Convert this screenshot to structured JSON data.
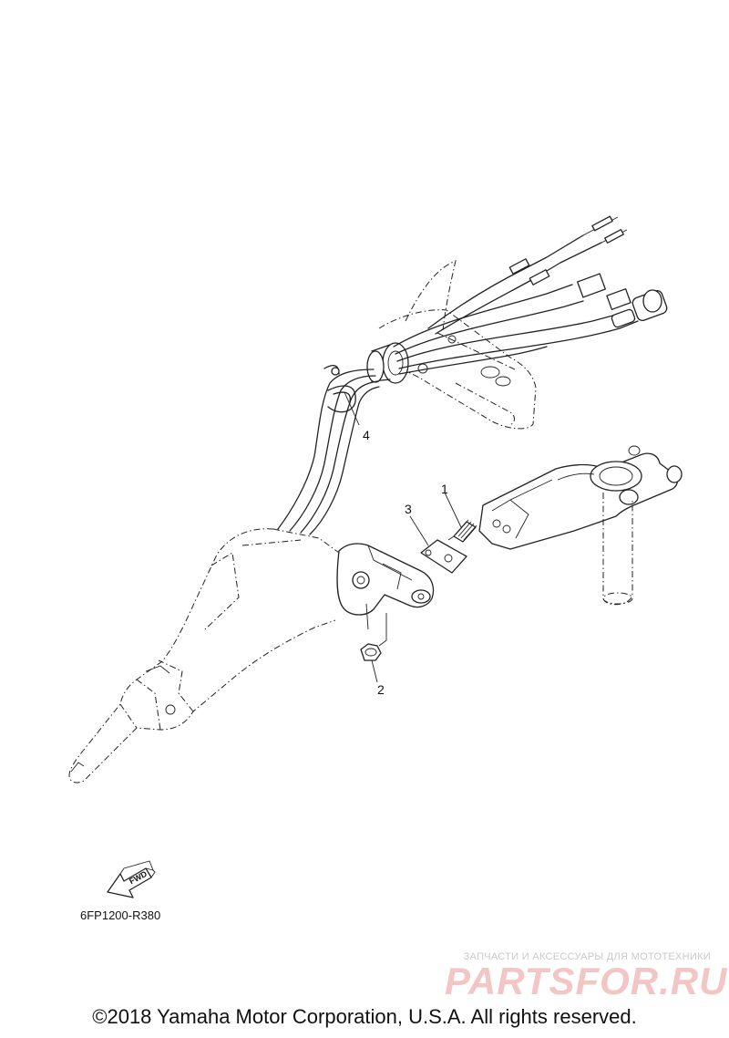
{
  "callouts": [
    {
      "id": "1",
      "label": "1"
    },
    {
      "id": "2",
      "label": "2"
    },
    {
      "id": "3",
      "label": "3"
    },
    {
      "id": "4",
      "label": "4"
    }
  ],
  "fwd_arrow": {
    "label": "FWD"
  },
  "diagram_code": "6FP1200-R380",
  "watermark": {
    "tagline": "ЗАПЧАСТИ И АКСЕССУАРЫ ДЛЯ МОТОТЕХНИКИ",
    "brand": "PARTSFOR.RU"
  },
  "copyright": "©2018 Yamaha Motor Corporation, U.S.A. All rights reserved.",
  "colors": {
    "line": "#222222",
    "watermark": "#f3c6c6",
    "background": "#ffffff"
  }
}
